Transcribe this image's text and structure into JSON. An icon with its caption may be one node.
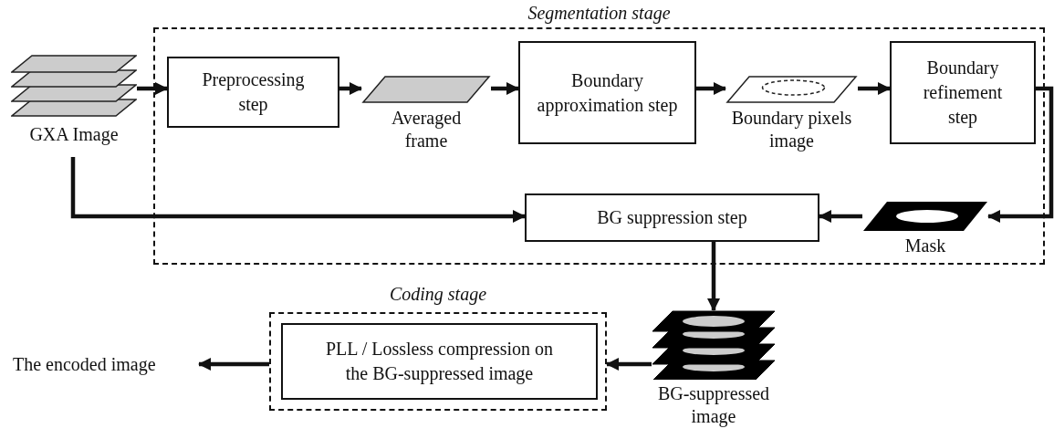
{
  "diagram": {
    "nodes": [
      {
        "text": [
          "Segmentation stage"
        ]
      },
      {
        "text": [
          "GXA Image"
        ]
      },
      {
        "text": [
          "Preprocessing step"
        ],
        "in": 0
      },
      {
        "text": [
          "Averaged frame"
        ],
        "in": 0
      },
      {
        "text": [
          "Boundary approximation step"
        ],
        "in": 0
      },
      {
        "text": [
          "Boundary pixels image"
        ],
        "in": 0
      },
      {
        "text": [
          "Boundary refinement step"
        ],
        "in": 0
      },
      {
        "text": [
          "BG suppression step"
        ],
        "in": 0
      },
      {
        "text": [
          "Mask"
        ],
        "in": 0
      },
      {
        "text": [
          "Coding stage"
        ]
      },
      {
        "text": [
          "PLL / Lossless compression on the BG-suppressed image"
        ],
        "in": 9
      },
      {
        "text": [
          "BG-suppressed image"
        ]
      },
      {
        "text": [
          "The encoded image"
        ]
      }
    ],
    "edges": [
      {
        "from": 1,
        "to": 2,
        "arrow": "to"
      },
      {
        "from": 2,
        "to": 3,
        "arrow": "to"
      },
      {
        "from": 3,
        "to": 4,
        "arrow": "to"
      },
      {
        "from": 4,
        "to": 5,
        "arrow": "to"
      },
      {
        "from": 5,
        "to": 6,
        "arrow": "to"
      },
      {
        "from": 6,
        "to": 8,
        "arrow": "to"
      },
      {
        "from": 8,
        "to": 7,
        "arrow": "to"
      },
      {
        "from": 1,
        "to": 7,
        "arrow": "to"
      },
      {
        "from": 7,
        "to": 11,
        "arrow": "to"
      },
      {
        "from": 11,
        "to": 9,
        "arrow": "to"
      },
      {
        "from": 9,
        "to": 12,
        "arrow": "to"
      }
    ]
  }
}
